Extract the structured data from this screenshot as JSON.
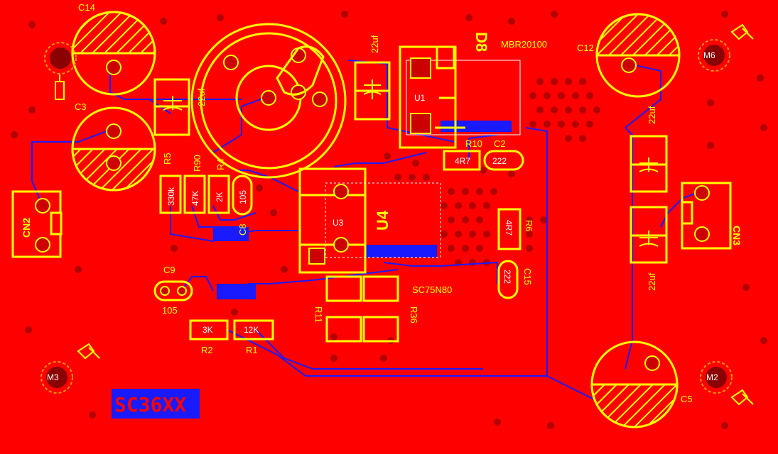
{
  "labels": {
    "c14": "C14",
    "c3": "C3",
    "c12": "C12",
    "c5": "C5",
    "m6": "M6",
    "m3": "M3",
    "m2": "M2",
    "cn2": "CN2",
    "cn3": "CN3",
    "d8": "D8",
    "mbr": "MBR20100",
    "u1": "U1",
    "u3": "U3",
    "u4": "U4",
    "r10": "R10",
    "c2": "C2",
    "r10_val": "4R7",
    "c2_val": "222",
    "r5": "R5",
    "r90": "R90",
    "r4": "R4",
    "r5_val": "330k",
    "r90_val": "47K",
    "r4_val": "2K",
    "c8_val": "105",
    "c8": "C8",
    "c9": "C9",
    "c9_val": "105",
    "r2": "R2",
    "r1": "R1",
    "r2_val": "3K",
    "r1_val": "12K",
    "r6": "R6",
    "r6_val": "4R7",
    "c15": "C15",
    "c15_val": "222",
    "r11": "R11",
    "r36": "R36",
    "sc75": "SC75N80",
    "cap22_top": "22uf",
    "cap22_left": "22uf",
    "cap22_right": "22uf",
    "cap22_rb": "22uf",
    "board_name": "SC36XX"
  }
}
